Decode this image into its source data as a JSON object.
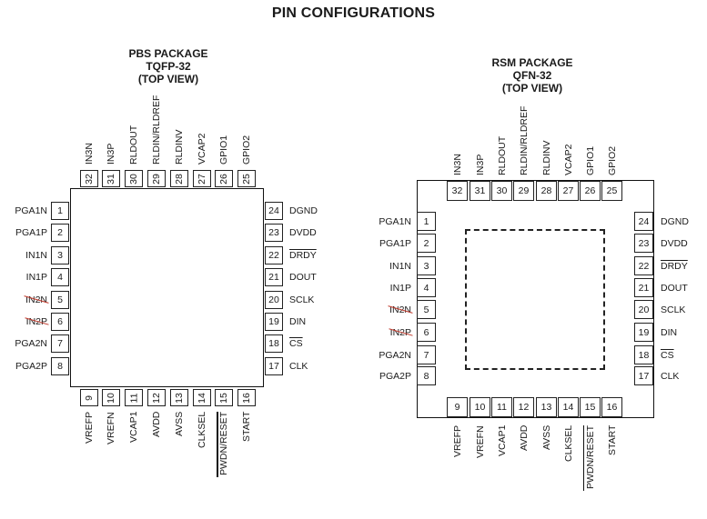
{
  "title": "PIN CONFIGURATIONS",
  "pbs": {
    "title": "PBS PACKAGE",
    "package": "TQFP-32",
    "view": "(TOP VIEW)",
    "pins": {
      "left": [
        {
          "num": "1",
          "name": "PGA1N"
        },
        {
          "num": "2",
          "name": "PGA1P"
        },
        {
          "num": "3",
          "name": "IN1N"
        },
        {
          "num": "4",
          "name": "IN1P"
        },
        {
          "num": "5",
          "name": "IN2N"
        },
        {
          "num": "6",
          "name": "IN2P"
        },
        {
          "num": "7",
          "name": "PGA2N"
        },
        {
          "num": "8",
          "name": "PGA2P"
        }
      ],
      "bottom": [
        {
          "num": "9",
          "name": "VREFP"
        },
        {
          "num": "10",
          "name": "VREFN"
        },
        {
          "num": "11",
          "name": "VCAP1"
        },
        {
          "num": "12",
          "name": "AVDD"
        },
        {
          "num": "13",
          "name": "AVSS"
        },
        {
          "num": "14",
          "name": "CLKSEL"
        },
        {
          "num": "15",
          "name": "PWDN/RESET"
        },
        {
          "num": "16",
          "name": "START"
        }
      ],
      "right": [
        {
          "num": "17",
          "name": "CLK"
        },
        {
          "num": "18",
          "name": "CS"
        },
        {
          "num": "19",
          "name": "DIN"
        },
        {
          "num": "20",
          "name": "SCLK"
        },
        {
          "num": "21",
          "name": "DOUT"
        },
        {
          "num": "22",
          "name": "DRDY"
        },
        {
          "num": "23",
          "name": "DVDD"
        },
        {
          "num": "24",
          "name": "DGND"
        }
      ],
      "top": [
        {
          "num": "25",
          "name": "GPIO2"
        },
        {
          "num": "26",
          "name": "GPIO1"
        },
        {
          "num": "27",
          "name": "VCAP2"
        },
        {
          "num": "28",
          "name": "RLDINV"
        },
        {
          "num": "29",
          "name": "RLDIN/RLDREF"
        },
        {
          "num": "30",
          "name": "RLDOUT"
        },
        {
          "num": "31",
          "name": "IN3P"
        },
        {
          "num": "32",
          "name": "IN3N"
        }
      ]
    }
  },
  "rsm": {
    "title": "RSM PACKAGE",
    "package": "QFN-32",
    "view": "(TOP VIEW)",
    "pins": {
      "left": [
        {
          "num": "1",
          "name": "PGA1N"
        },
        {
          "num": "2",
          "name": "PGA1P"
        },
        {
          "num": "3",
          "name": "IN1N"
        },
        {
          "num": "4",
          "name": "IN1P"
        },
        {
          "num": "5",
          "name": "IN2N"
        },
        {
          "num": "6",
          "name": "IN2P"
        },
        {
          "num": "7",
          "name": "PGA2N"
        },
        {
          "num": "8",
          "name": "PGA2P"
        }
      ],
      "bottom": [
        {
          "num": "9",
          "name": "VREFP"
        },
        {
          "num": "10",
          "name": "VREFN"
        },
        {
          "num": "11",
          "name": "VCAP1"
        },
        {
          "num": "12",
          "name": "AVDD"
        },
        {
          "num": "13",
          "name": "AVSS"
        },
        {
          "num": "14",
          "name": "CLKSEL"
        },
        {
          "num": "15",
          "name": "PWDN/RESET"
        },
        {
          "num": "16",
          "name": "START"
        }
      ],
      "right": [
        {
          "num": "17",
          "name": "CLK"
        },
        {
          "num": "18",
          "name": "CS"
        },
        {
          "num": "19",
          "name": "DIN"
        },
        {
          "num": "20",
          "name": "SCLK"
        },
        {
          "num": "21",
          "name": "DOUT"
        },
        {
          "num": "22",
          "name": "DRDY"
        },
        {
          "num": "23",
          "name": "DVDD"
        },
        {
          "num": "24",
          "name": "DGND"
        }
      ],
      "top": [
        {
          "num": "25",
          "name": "GPIO2"
        },
        {
          "num": "26",
          "name": "GPIO1"
        },
        {
          "num": "27",
          "name": "VCAP2"
        },
        {
          "num": "28",
          "name": "RLDINV"
        },
        {
          "num": "29",
          "name": "RLDIN/RLDREF"
        },
        {
          "num": "30",
          "name": "RLDOUT"
        },
        {
          "num": "31",
          "name": "IN3P"
        },
        {
          "num": "32",
          "name": "IN3N"
        }
      ]
    }
  }
}
